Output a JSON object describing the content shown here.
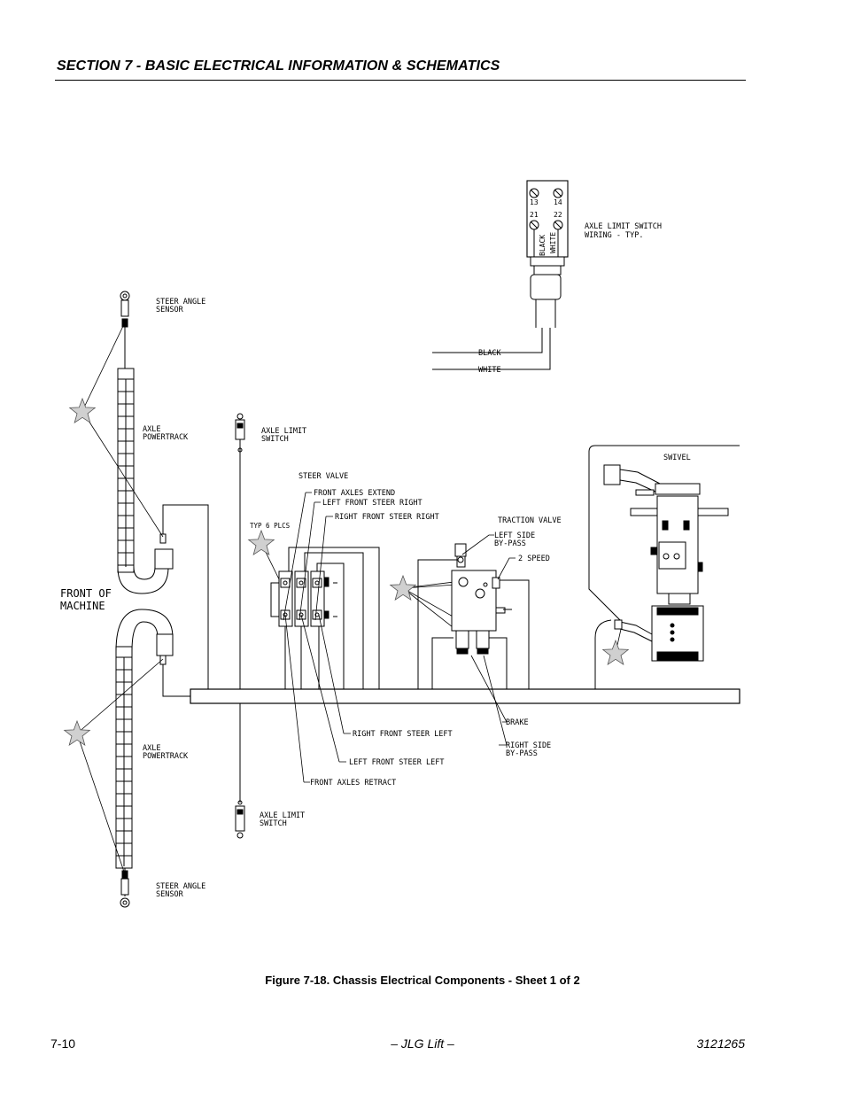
{
  "header": {
    "title": "SECTION 7 - BASIC ELECTRICAL INFORMATION & SCHEMATICS"
  },
  "diagram": {
    "labels": {
      "steer_angle_sensor_top": [
        "STEER ANGLE",
        "SENSOR"
      ],
      "axle_powertrack_top": [
        "AXLE",
        "POWERTRACK"
      ],
      "front_of_machine": [
        "FRONT OF",
        "MACHINE"
      ],
      "axle_powertrack_bottom": [
        "AXLE",
        "POWERTRACK"
      ],
      "steer_angle_sensor_bottom": [
        "STEER ANGLE",
        "SENSOR"
      ],
      "axle_limit_switch_top": [
        "AXLE LIMIT",
        "SWITCH"
      ],
      "axle_limit_switch_bottom": [
        "AXLE LIMIT",
        "SWITCH"
      ],
      "steer_valve": "STEER VALVE",
      "front_axles_extend": "FRONT AXLES EXTEND",
      "left_front_steer_right": "LEFT FRONT STEER RIGHT",
      "right_front_steer_right": "RIGHT FRONT STEER RIGHT",
      "typ_6_plcs": "TYP 6 PLCS",
      "traction_valve": "TRACTION VALVE",
      "left_side_bypass": [
        "LEFT SIDE",
        "BY-PASS"
      ],
      "two_speed": "2 SPEED",
      "brake": "BRAKE",
      "right_side_bypass": [
        "RIGHT SIDE",
        "BY-PASS"
      ],
      "right_front_steer_left": "RIGHT FRONT STEER LEFT",
      "left_front_steer_left": "LEFT FRONT STEER LEFT",
      "front_axles_retract": "FRONT AXLES RETRACT",
      "swivel": "SWIVEL",
      "axle_limit_switch_wiring": [
        "AXLE LIMIT SWITCH",
        "WIRING - TYP."
      ],
      "black_wire": "BLACK",
      "white_wire": "WHITE",
      "terminal_13": "13",
      "terminal_14": "14",
      "terminal_21": "21",
      "terminal_22": "22",
      "switch_black": "BLACK",
      "switch_white": "WHITE"
    }
  },
  "caption": "Figure 7-18.  Chassis Electrical Components - Sheet 1 of 2",
  "footer": {
    "page_number": "7-10",
    "publisher": "– JLG Lift –",
    "doc_number": "3121265"
  }
}
